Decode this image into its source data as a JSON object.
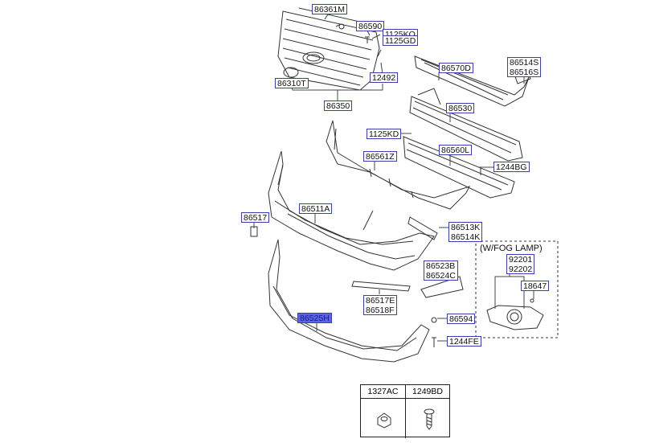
{
  "parts": {
    "p86361M": "86361M",
    "p86590": "86590",
    "p1125KQ": "1125KQ",
    "p1125GD": "1125GD",
    "p12492": "12492",
    "p86310T": "86310T",
    "p86350": "86350",
    "p86570D": "86570D",
    "p86514S": "86514S",
    "p86516S": "86516S",
    "p86530": "86530",
    "p1125KD": "1125KD",
    "p86560L": "86560L",
    "p86561Z": "86561Z",
    "p1244BG": "1244BG",
    "p86517": "86517",
    "p86511A": "86511A",
    "p86513K": "86513K",
    "p86514K": "86514K",
    "p86523B": "86523B",
    "p86524C": "86524C",
    "p86517E": "86517E",
    "p86518F": "86518F",
    "p86525H": "86525H",
    "p86594": "86594",
    "p1244FE": "1244FE"
  },
  "fog_lamp": {
    "title": "(W/FOG LAMP)",
    "p92201": "92201",
    "p92202": "92202",
    "p18647": "18647"
  },
  "fastener_table": {
    "col1": "1327AC",
    "col2": "1249BD"
  },
  "colors": {
    "label_border": "#3b3fb0",
    "selected_fill": "#5b63e6",
    "line": "#333333"
  }
}
